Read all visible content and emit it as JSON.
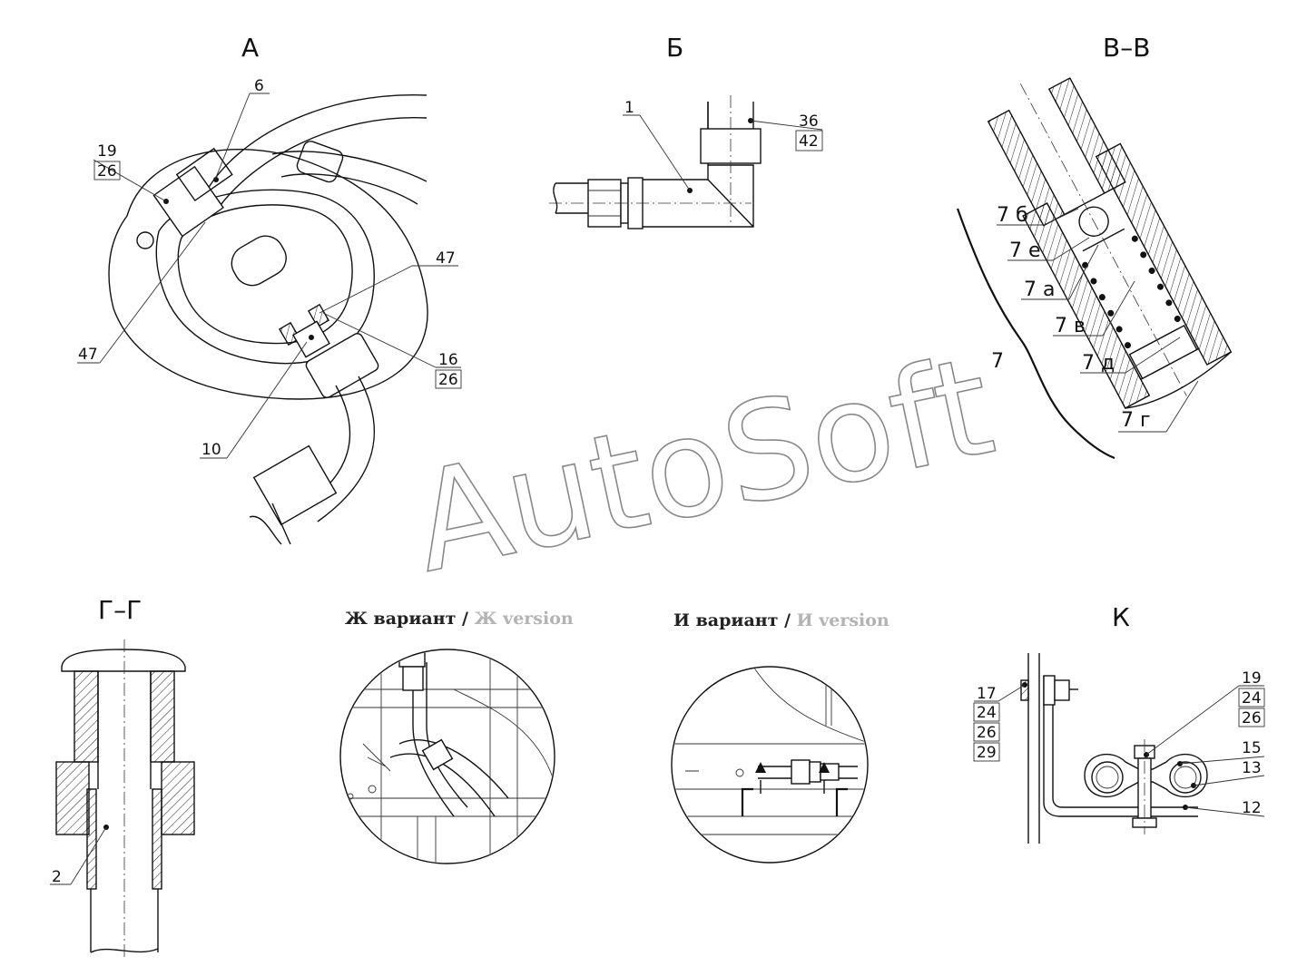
{
  "views": {
    "A": {
      "title": "А",
      "callouts": [
        "6",
        "19",
        "26",
        "47",
        "47",
        "16",
        "26",
        "10"
      ]
    },
    "B": {
      "title": "Б",
      "callouts": [
        "1",
        "36",
        "42"
      ]
    },
    "V": {
      "title": "В–В",
      "callouts": [
        "7 б",
        "7 е",
        "7 а",
        "7 в",
        "7 д",
        "7 г",
        "7"
      ]
    },
    "G": {
      "title": "Г–Г",
      "callouts": [
        "2"
      ]
    },
    "ZH": {
      "title_main": "Ж вариант",
      "separator": " / ",
      "title_alt": "Ж version"
    },
    "I": {
      "title_main": "И вариант",
      "separator": " / ",
      "title_alt": "И version"
    },
    "K": {
      "title": "К",
      "callouts": [
        "17",
        "24",
        "26",
        "29",
        "19",
        "24",
        "26",
        "15",
        "13",
        "12"
      ]
    }
  },
  "watermark": "AutoSoft",
  "colors": {
    "line": "#111111",
    "watermark": "#888888",
    "alt_text": "#b3b3b3"
  }
}
